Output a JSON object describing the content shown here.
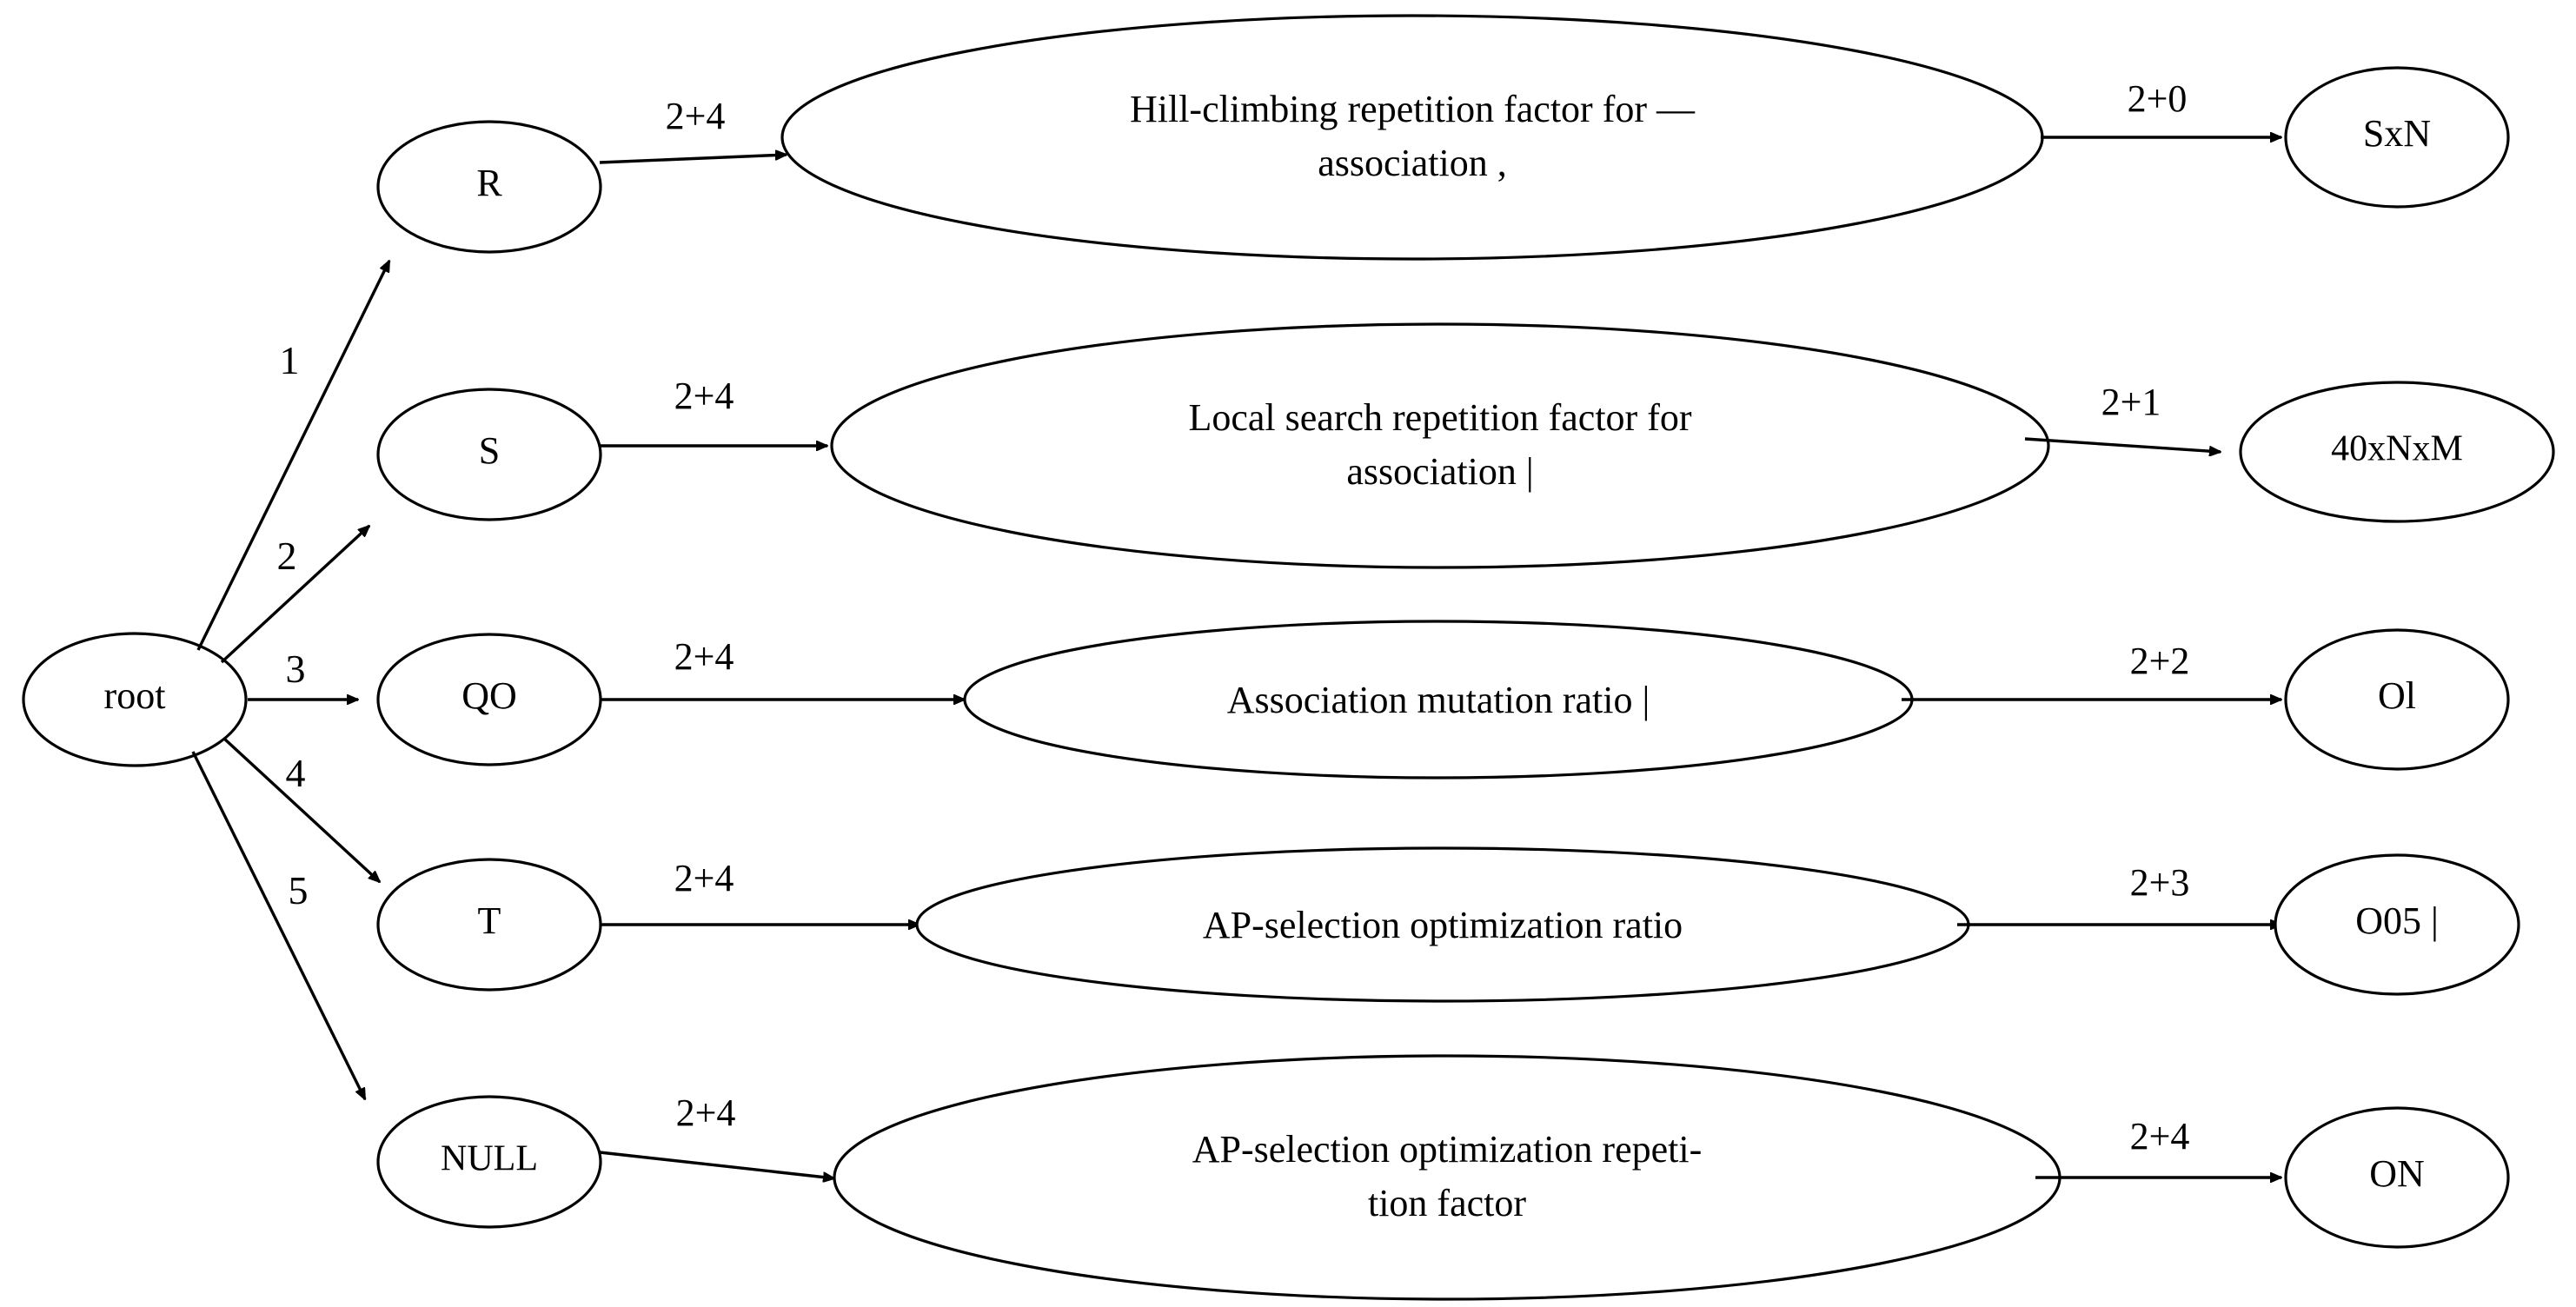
{
  "diagram": {
    "type": "directed-graph",
    "background_color": "#ffffff",
    "stroke_color": "#000000",
    "root": {
      "id": "root",
      "label": "root"
    },
    "branch_nodes": [
      {
        "id": "R",
        "label": "R"
      },
      {
        "id": "S",
        "label": "S"
      },
      {
        "id": "QO",
        "label": "QO"
      },
      {
        "id": "T",
        "label": "T"
      },
      {
        "id": "NULL",
        "label": "NULL"
      }
    ],
    "description_nodes": [
      {
        "id": "d1",
        "lines": [
          "Hill-climbing repetition factor for —",
          "association ,"
        ]
      },
      {
        "id": "d2",
        "lines": [
          "Local search repetition factor for",
          "association |"
        ]
      },
      {
        "id": "d3",
        "lines": [
          "Association mutation ratio |"
        ]
      },
      {
        "id": "d4",
        "lines": [
          "AP-selection optimization ratio"
        ]
      },
      {
        "id": "d5",
        "lines": [
          "AP-selection optimization repeti-",
          "tion factor"
        ]
      }
    ],
    "value_nodes": [
      {
        "id": "v1",
        "label": "SxN"
      },
      {
        "id": "v2",
        "label": "40xNxM"
      },
      {
        "id": "v3",
        "label": "Ol"
      },
      {
        "id": "v4",
        "label": "O05 |"
      },
      {
        "id": "v5",
        "label": "ON"
      }
    ],
    "root_edge_labels": [
      "1",
      "2",
      "3",
      "4",
      "5"
    ],
    "branch_edge_labels": [
      "2+4",
      "2+4",
      "2+4",
      "2+4",
      "2+4"
    ],
    "value_edge_labels": [
      "2+0",
      "2+1",
      "2+2",
      "2+3",
      "2+4"
    ]
  }
}
